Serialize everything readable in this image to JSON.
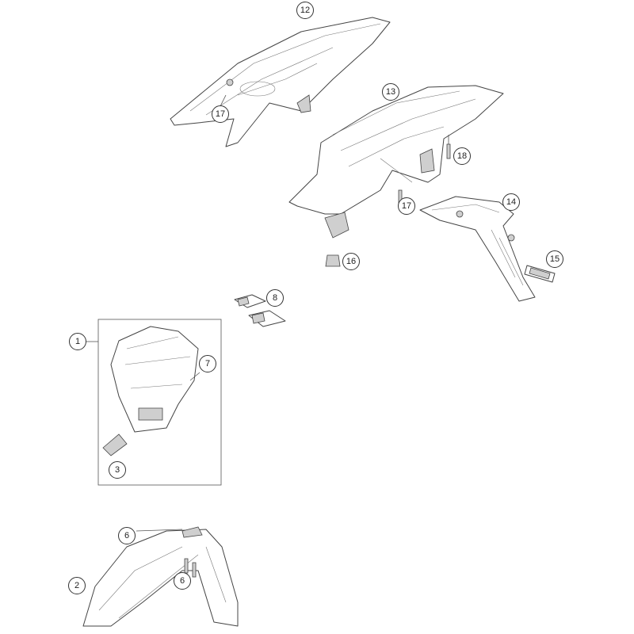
{
  "diagram": {
    "callouts": [
      {
        "label": "12",
        "part": "rear-fender-top"
      },
      {
        "label": "17",
        "part": "screw"
      },
      {
        "label": "13",
        "part": "rear-fender"
      },
      {
        "label": "18",
        "part": "screw"
      },
      {
        "label": "17",
        "part": "screw"
      },
      {
        "label": "14",
        "part": "license-plate-holder"
      },
      {
        "label": "15",
        "part": "reflector"
      },
      {
        "label": "16",
        "part": "rubber-bushing"
      },
      {
        "label": "8",
        "part": "cable-clamps"
      },
      {
        "label": "1",
        "part": "headlight-mask-assembly"
      },
      {
        "label": "7",
        "part": "screw"
      },
      {
        "label": "3",
        "part": "bracket"
      },
      {
        "label": "6",
        "part": "screw"
      },
      {
        "label": "2",
        "part": "front-fender"
      },
      {
        "label": "6",
        "part": "screw"
      }
    ]
  }
}
